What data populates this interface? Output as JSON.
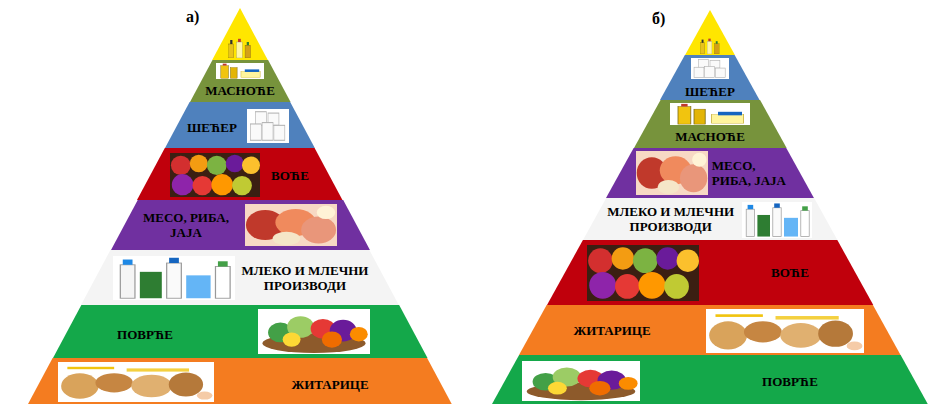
{
  "diagram": {
    "nodes": [
      {
        "text": [
          "МАСНОЋЕ"
        ]
      },
      {
        "text": [
          "ШЕЋЕР"
        ]
      },
      {
        "text": [
          "ВОЋЕ"
        ]
      },
      {
        "text": [
          "МЕСО, РИБА, ЈАЈА"
        ]
      },
      {
        "text": [
          "МЛЕКО И МЛЕЧНИ ПРОИЗВОДИ"
        ]
      },
      {
        "text": [
          "ПОВРЋЕ"
        ]
      },
      {
        "text": [
          "ЖИТАРИЦЕ"
        ]
      },
      {
        "text": [
          "ШЕЋЕР"
        ]
      },
      {
        "text": [
          "МАСНОЋЕ"
        ]
      },
      {
        "text": [
          "МЕСО, РИБА, ЈАЈА"
        ]
      },
      {
        "text": [
          "МЛЕКО И МЛЕЧНИ ПРОИЗВОДИ"
        ]
      },
      {
        "text": [
          "ВОЋЕ"
        ]
      },
      {
        "text": [
          "ЖИТАРИЦЕ"
        ]
      },
      {
        "text": [
          "ПОВРЋЕ"
        ]
      }
    ],
    "labels": [
      "а)",
      "б)"
    ]
  }
}
